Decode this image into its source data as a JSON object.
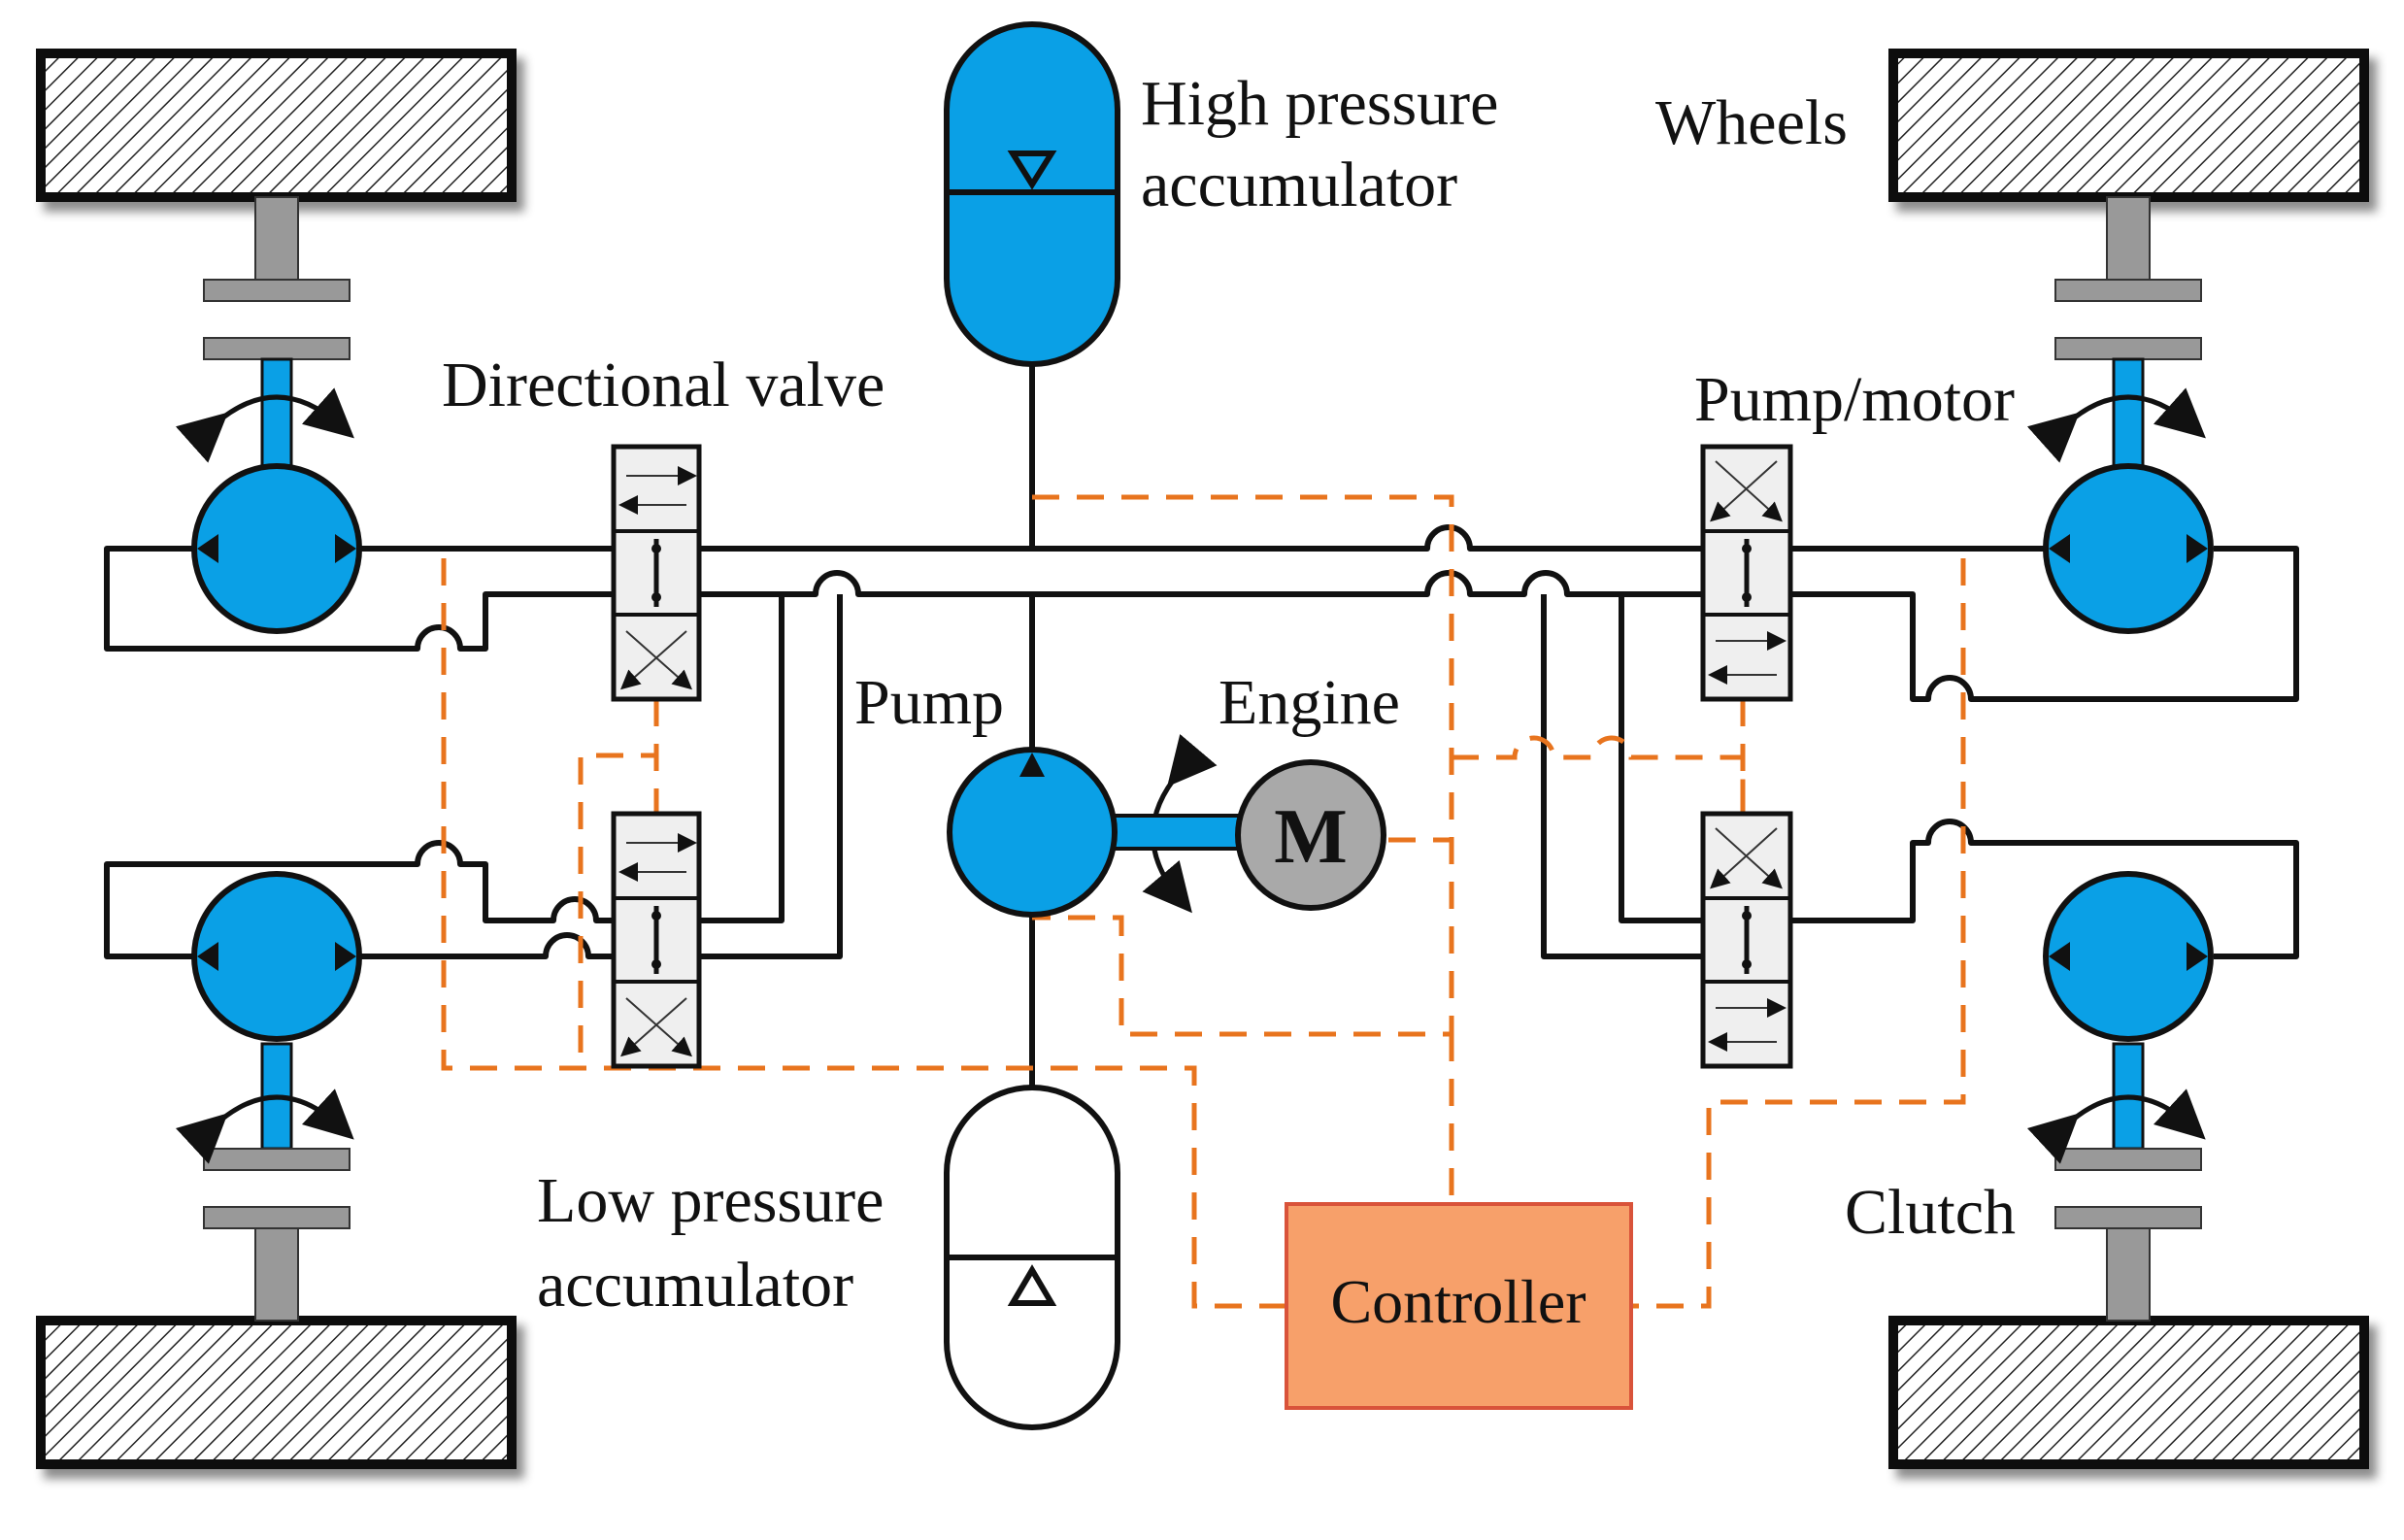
{
  "labels": {
    "high_pressure_1": "High pressure",
    "high_pressure_2": "accumulator",
    "low_pressure_1": "Low pressure",
    "low_pressure_2": "accumulator",
    "wheels": "Wheels",
    "directional_valve": "Directional valve",
    "pump_motor": "Pump/motor",
    "pump": "Pump",
    "engine": "Engine",
    "clutch": "Clutch",
    "controller": "Controller",
    "motor_letter": "M"
  },
  "colors": {
    "hydraulic_blue": "#0aa0e6",
    "controller_orange": "#f7a06a",
    "control_line_orange": "#e8741e",
    "motor_gray": "#a9a9a9",
    "shaft_gray": "#999999",
    "line_black": "#111111"
  }
}
